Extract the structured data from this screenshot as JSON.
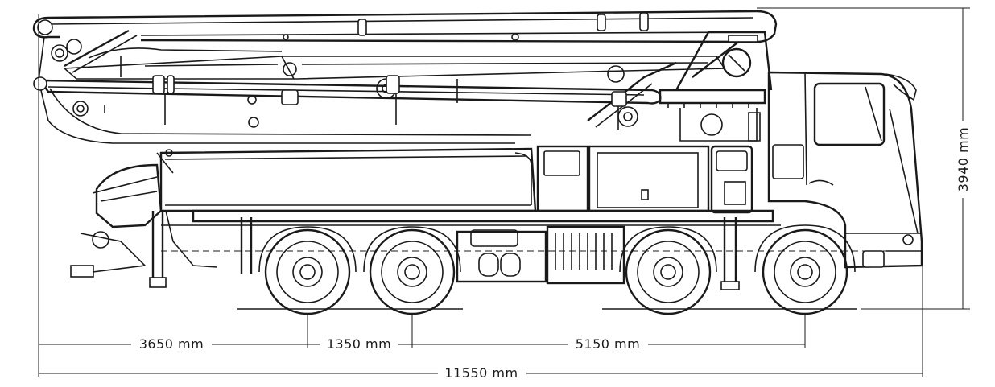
{
  "dimensions": {
    "front_overhang_to_axle1": "3650  mm",
    "axle1_to_axle2": "1350  mm",
    "axle2_to_axle4": "5150  mm",
    "overall_length": "11550  mm",
    "overall_height": "3940  mm"
  }
}
